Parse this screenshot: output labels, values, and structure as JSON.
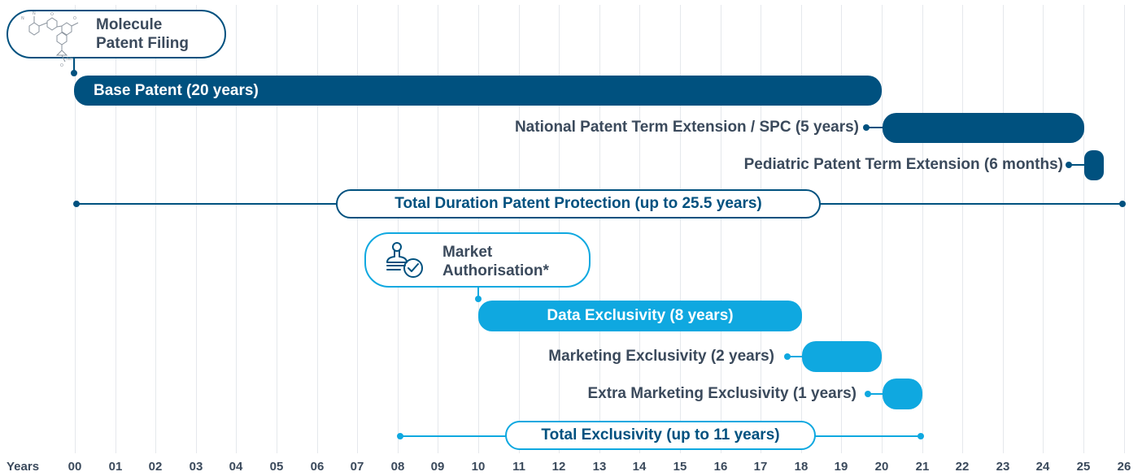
{
  "axis": {
    "label": "Years",
    "ticks": [
      "00",
      "01",
      "02",
      "03",
      "04",
      "05",
      "06",
      "07",
      "08",
      "09",
      "10",
      "11",
      "12",
      "13",
      "14",
      "15",
      "16",
      "17",
      "18",
      "19",
      "20",
      "21",
      "22",
      "23",
      "24",
      "25",
      "26"
    ]
  },
  "milestones": {
    "molecule": {
      "line1": "Molecule",
      "line2": "Patent Filing",
      "icon": "molecule-structure-icon",
      "year": 0
    },
    "authorisation": {
      "line1": "Market",
      "line2": "Authorisation*",
      "icon": "stamp-check-icon",
      "year": 10
    }
  },
  "periods": {
    "base_patent": {
      "label": "Base Patent (20 years)",
      "start": 0,
      "end": 20
    },
    "spc": {
      "label": "National Patent Term Extension / SPC (5 years)",
      "start": 20,
      "end": 25
    },
    "pediatric": {
      "label": "Pediatric Patent Term Extension (6 months)",
      "start": 25,
      "end": 25.5
    },
    "total_patent": {
      "label": "Total Duration Patent Protection (up to 25.5 years)",
      "start": 0,
      "end": 26
    },
    "data_exclusivity": {
      "label": "Data Exclusivity (8 years)",
      "start": 10,
      "end": 18
    },
    "marketing_exclusivity": {
      "label": "Marketing Exclusivity (2 years)",
      "start": 18,
      "end": 20
    },
    "extra_marketing": {
      "label": "Extra Marketing Exclusivity (1 years)",
      "start": 20,
      "end": 21
    },
    "total_exclusivity": {
      "label": "Total Exclusivity (up to 11 years)",
      "start": 8,
      "end": 21
    }
  },
  "colors": {
    "dark_blue": "#00517f",
    "light_blue": "#0fa8e0",
    "text": "#3b4a5c",
    "grid": "#e5e8ec"
  }
}
